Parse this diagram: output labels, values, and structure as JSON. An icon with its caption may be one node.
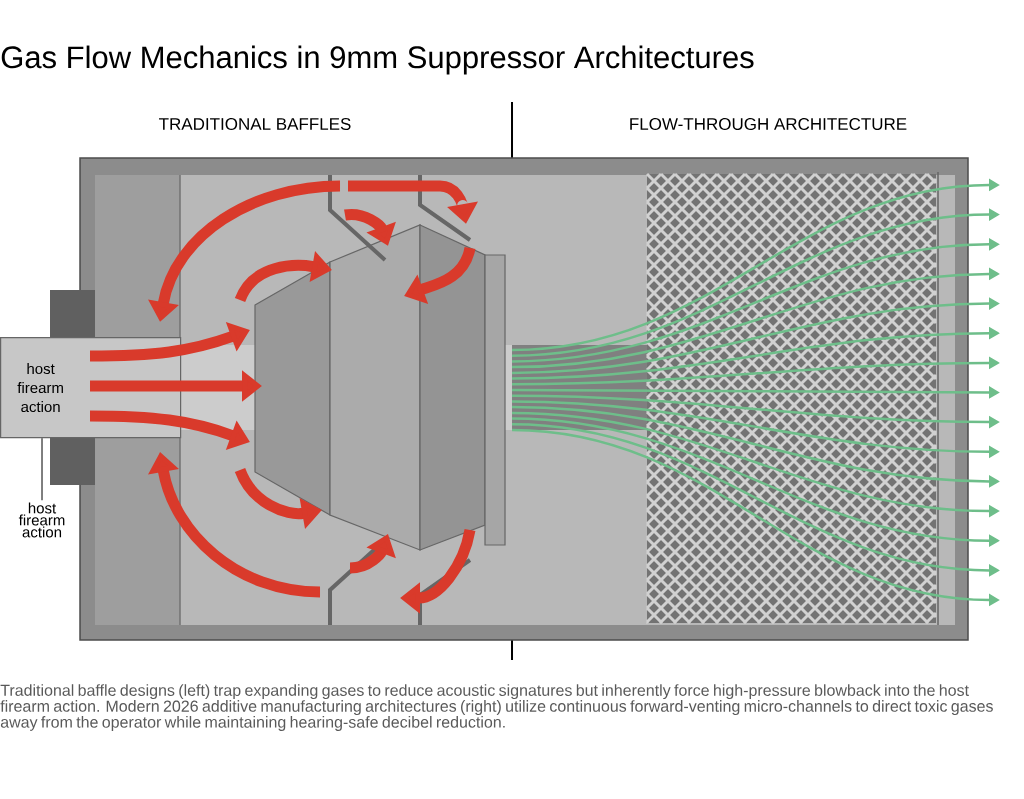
{
  "diagram": {
    "title": "Gas Flow Mechanics in 9mm Suppressor Architectures",
    "caption": "Traditional baffle designs (left) trap expanding gases to reduce acoustic signatures but inherently force high-pressure blowback into the host firearm action. Modern 2026 additive manufacturing architectures (right) utilize continuous forward-venting micro-channels to direct toxic gases away from the operator while maintaining hearing-safe decibel reduction.",
    "nodes": [
      {
        "text": [
          "host firearm action"
        ]
      },
      {
        "text": [
          "host firearm action"
        ]
      }
    ],
    "edges": [
      {
        "from": 1,
        "to": 0,
        "arrow": "none"
      }
    ],
    "labels": [
      "TRADITIONAL BAFFLES",
      "FLOW-THROUGH ARCHITECTURE"
    ]
  }
}
